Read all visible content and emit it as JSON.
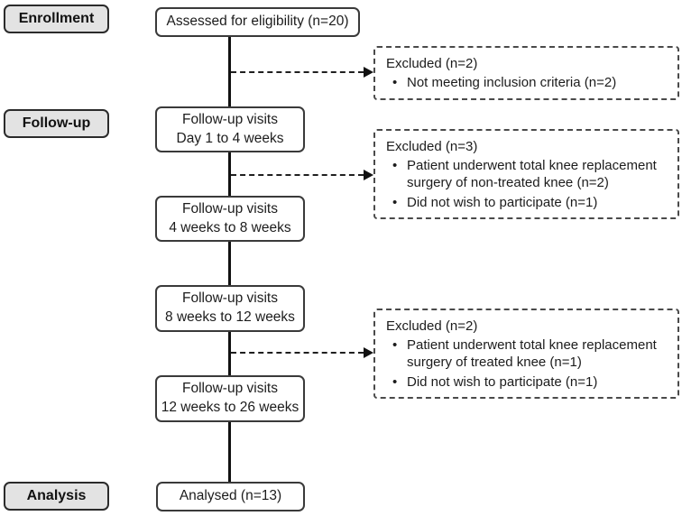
{
  "stage_labels": [
    "Enrollment",
    "Follow-up",
    "Analysis"
  ],
  "flow_boxes": [
    {
      "lines": [
        "Assessed for eligibility (n=20)"
      ]
    },
    {
      "lines": [
        "Follow-up visits",
        "Day 1 to 4 weeks"
      ]
    },
    {
      "lines": [
        "Follow-up visits",
        "4 weeks to 8 weeks"
      ]
    },
    {
      "lines": [
        "Follow-up visits",
        "8 weeks to 12 weeks"
      ]
    },
    {
      "lines": [
        "Follow-up visits",
        "12 weeks to 26 weeks"
      ]
    },
    {
      "lines": [
        "Analysed (n=13)"
      ]
    }
  ],
  "exclusions": [
    {
      "title": "Excluded (n=2)",
      "bullets": [
        "Not meeting inclusion criteria (n=2)"
      ]
    },
    {
      "title": "Excluded (n=3)",
      "bullets": [
        "Patient underwent total knee replacement surgery of non-treated knee (n=2)",
        "Did not wish to participate (n=1)"
      ]
    },
    {
      "title": "Excluded (n=2)",
      "bullets": [
        "Patient underwent total knee replacement surgery of treated knee (n=1)",
        "Did not wish to participate (n=1)"
      ]
    }
  ],
  "bullet_glyph": "•",
  "colors": {
    "stage_label_fill": "#e3e3e3",
    "box_border": "#3a3a3a",
    "connector": "#111111",
    "text": "#1c1c1c",
    "background": "#ffffff"
  }
}
